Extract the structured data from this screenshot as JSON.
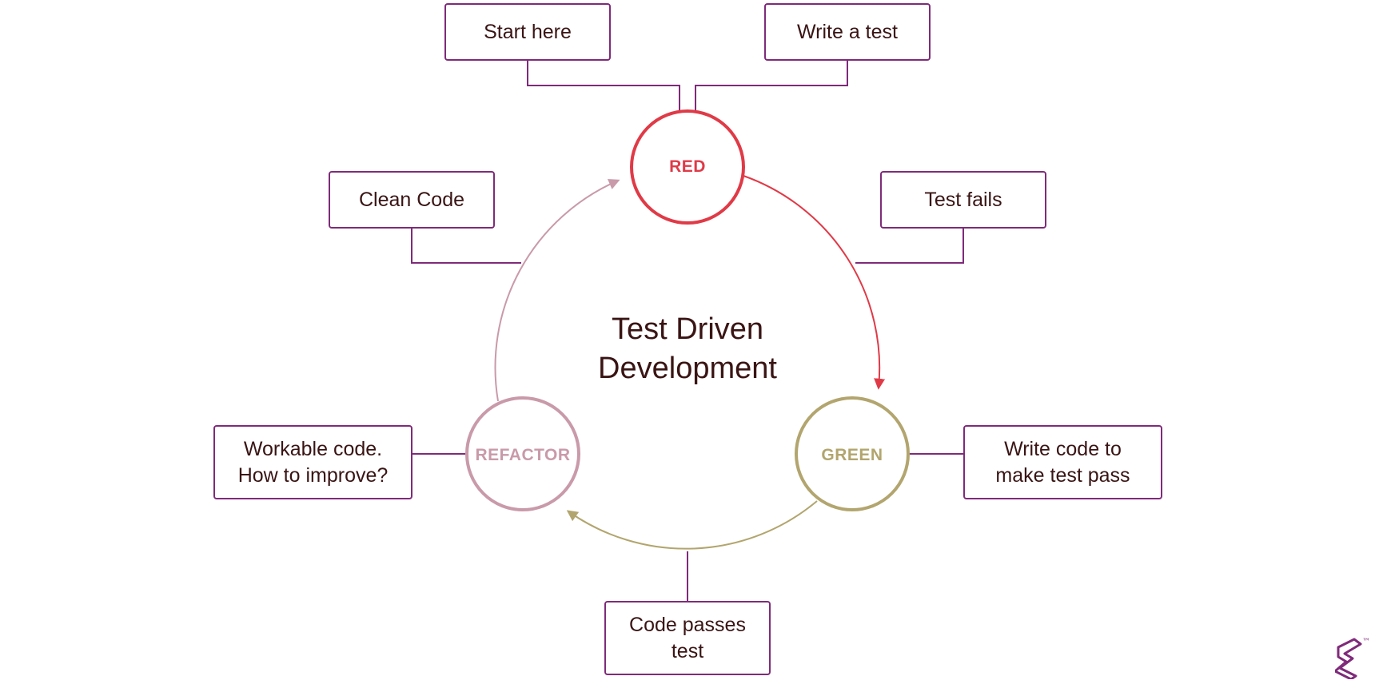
{
  "title": [
    "Test Driven",
    "Development"
  ],
  "nodes": {
    "red": {
      "label": "RED",
      "color": "#e03a47"
    },
    "green": {
      "label": "GREEN",
      "color": "#b2a56e"
    },
    "refactor": {
      "label": "REFACTOR",
      "color": "#c99aa9"
    }
  },
  "boxes": {
    "start_here": [
      "Start here"
    ],
    "write_a_test": [
      "Write a test"
    ],
    "test_fails": [
      "Test fails"
    ],
    "clean_code": [
      "Clean Code"
    ],
    "workable_code": [
      "Workable code.",
      "How to improve?"
    ],
    "write_code": [
      "Write code to",
      "make test pass"
    ],
    "code_passes": [
      "Code passes",
      "test"
    ]
  },
  "colors": {
    "box_border": "#7f2a7a",
    "text": "#3a1414",
    "red": "#e03a47",
    "green": "#b2a56e",
    "refactor": "#c99aa9",
    "logo": "#7f2a7a"
  },
  "logo": {
    "mark": "™"
  }
}
